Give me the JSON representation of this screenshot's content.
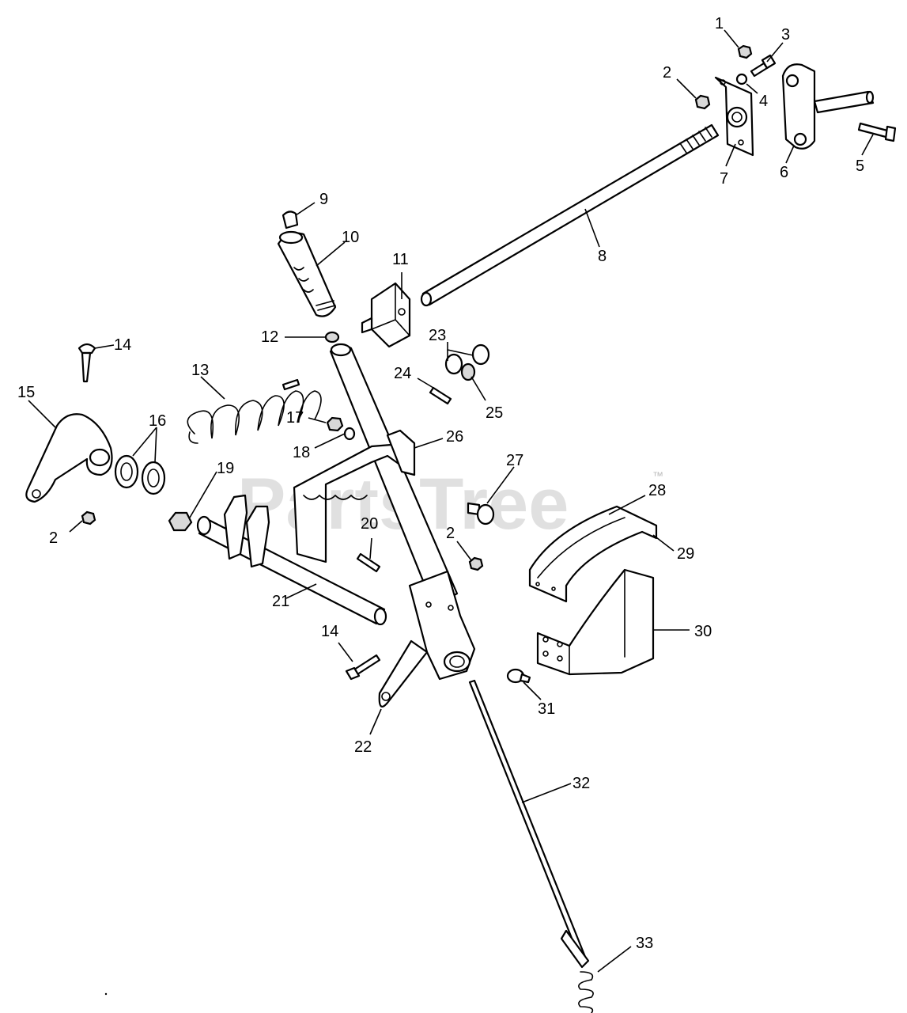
{
  "watermark": {
    "text": "PartsTree",
    "trademark": "™"
  },
  "callouts": [
    "1",
    "3",
    "2",
    "4",
    "7",
    "6",
    "5",
    "9",
    "10",
    "11",
    "8",
    "23",
    "12",
    "14",
    "24",
    "25",
    "13",
    "15",
    "16",
    "17",
    "26",
    "18",
    "27",
    "19",
    "28",
    "29",
    "20",
    "2",
    "2",
    "21",
    "30",
    "14",
    "31",
    "22",
    "32",
    "33"
  ],
  "colors": {
    "ink": "#000000",
    "background": "#ffffff",
    "watermark": "#c8c8c8"
  }
}
